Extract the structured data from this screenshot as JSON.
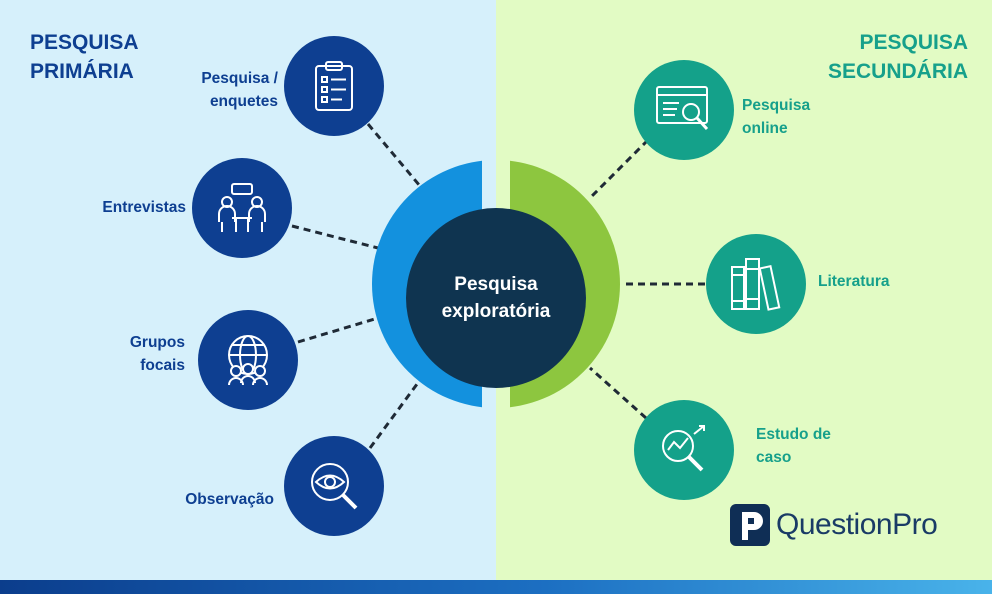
{
  "left_heading": {
    "line1": "PESQUISA",
    "line2": "PRIMÁRIA"
  },
  "right_heading": {
    "line1": "PESQUISA",
    "line2": "SECUNDÁRIA"
  },
  "center": {
    "line1": "Pesquisa",
    "line2": "exploratória"
  },
  "primary_nodes": [
    {
      "line1": "Pesquisa /",
      "line2": "enquetes",
      "icon": "clipboard-checklist-icon"
    },
    {
      "line1": "Entrevistas",
      "line2": "",
      "icon": "interview-icon"
    },
    {
      "line1": "Grupos",
      "line2": "focais",
      "icon": "globe-people-icon"
    },
    {
      "line1": "Observação",
      "line2": "",
      "icon": "eye-magnifier-icon"
    }
  ],
  "secondary_nodes": [
    {
      "line1": "Pesquisa",
      "line2": "online",
      "icon": "browser-search-icon"
    },
    {
      "line1": "Literatura",
      "line2": "",
      "icon": "books-icon"
    },
    {
      "line1": "Estudo de",
      "line2": "caso",
      "icon": "magnifier-chart-icon"
    }
  ],
  "brand": {
    "name": "QuestionPro"
  },
  "colors": {
    "primary": "#0e3f91",
    "secondary": "#14a18a",
    "left_arc": "#1391de",
    "right_arc": "#8dc63f",
    "center": "#0f3450"
  }
}
